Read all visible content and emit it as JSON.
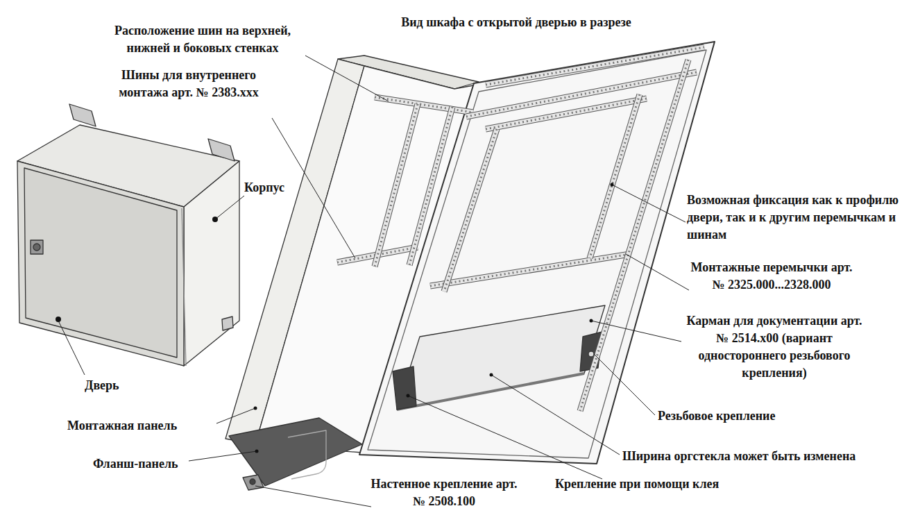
{
  "diagram": {
    "title": "Вид шкафа с открытой дверью в разрезе",
    "labels": [
      "Расположение шин на верхней, нижней и боковых стенках",
      "Шины для внутреннего монтажа арт. № 2383.xxx",
      "Корпус",
      "Дверь",
      "Монтажная панель",
      "Фланш-панель",
      "Настенное крепление арт. № 2508.100",
      "Крепление при помощи клея",
      "Ширина оргстекла может быть изменена",
      "Резьбовое крепление",
      "Карман для документации арт. № 2514.x00 (вариант одностороннего резьбового крепления)",
      "Монтажные перемычки арт. № 2325.000...2328.000",
      "Возможная фиксация как к профилю двери, так и к другим перемычкам и шинам"
    ]
  }
}
